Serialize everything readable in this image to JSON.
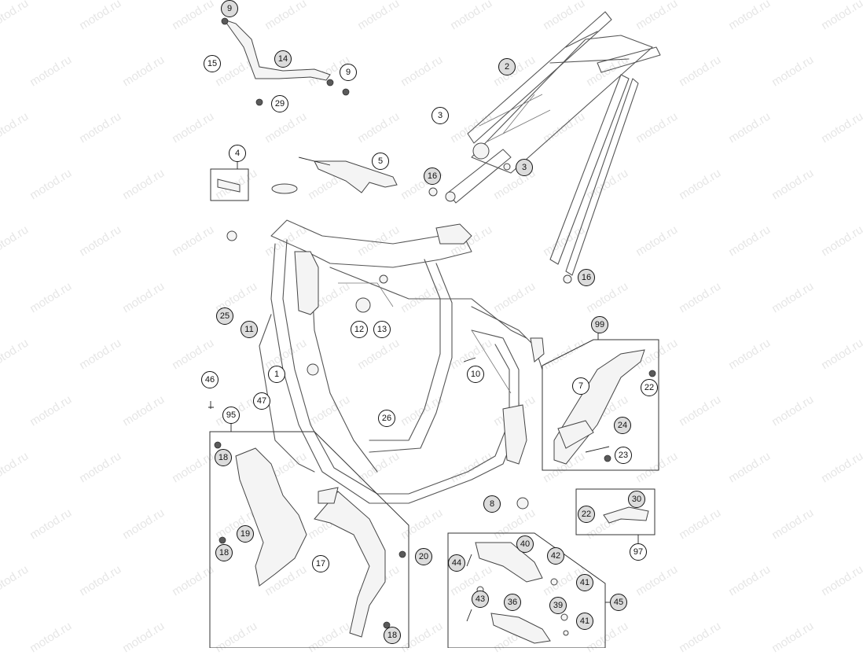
{
  "watermark": "motod.ru",
  "callouts": [
    "1",
    "2",
    "3",
    "3",
    "4",
    "5",
    "7",
    "8",
    "9",
    "9",
    "10",
    "11",
    "12",
    "13",
    "14",
    "15",
    "16",
    "16",
    "17",
    "18",
    "18",
    "18",
    "19",
    "20",
    "22",
    "22",
    "23",
    "24",
    "25",
    "26",
    "29",
    "30",
    "36",
    "39",
    "40",
    "41",
    "41",
    "42",
    "43",
    "44",
    "45",
    "46",
    "47",
    "95",
    "97",
    "99"
  ]
}
